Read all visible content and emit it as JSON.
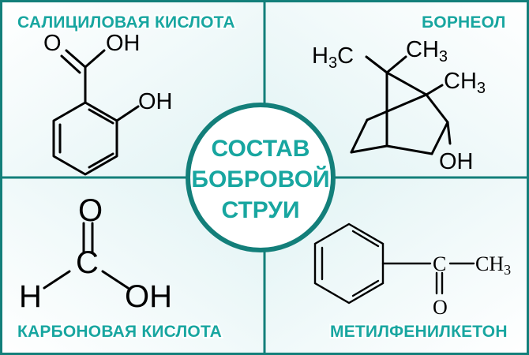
{
  "colors": {
    "accent": "#18a6a0",
    "border": "#137f7a",
    "panel_bg": "#e3f4f5"
  },
  "center": {
    "line1": "СОСТАВ",
    "line2": "БОБРОВОЙ",
    "line3": "СТРУИ"
  },
  "panels": {
    "salicylic": {
      "title": "САЛИЦИЛОВАЯ КИСЛОТА",
      "atoms": {
        "o_carbonyl": "O",
        "oh_acid": "OH",
        "oh_phenol": "OH"
      }
    },
    "borneol": {
      "title": "БОРНЕОЛ",
      "atoms": {
        "h3c": "H",
        "h3c_sub": "3",
        "h3c_c": "C",
        "ch3_top": "CH",
        "ch3_top_sub": "3",
        "ch3_right": "CH",
        "ch3_right_sub": "3",
        "oh": "OH"
      }
    },
    "formic": {
      "title": "КАРБОНОВАЯ КИСЛОТА",
      "atoms": {
        "o": "O",
        "c": "C",
        "h": "H",
        "oh": "OH"
      }
    },
    "acetophenone": {
      "title": "МЕТИЛФЕНИЛКЕТОН",
      "atoms": {
        "c": "C",
        "ch3": "CH",
        "ch3_sub": "3",
        "o": "O"
      }
    }
  }
}
